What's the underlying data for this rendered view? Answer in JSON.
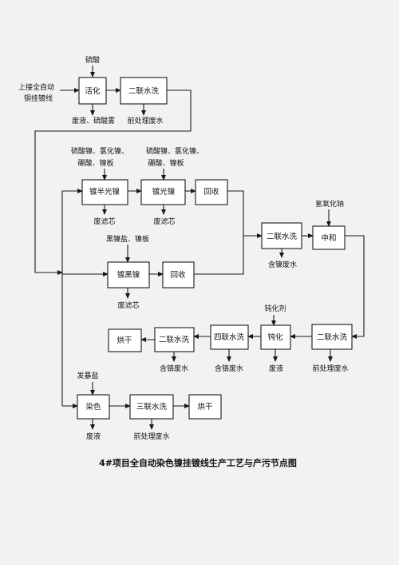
{
  "title": "4#项目全自动染色镍挂镀线生产工艺与产污节点图",
  "boxes": {
    "activation": "活化",
    "wash2_a": "二联水洗",
    "semi_bright_ni": "镀半光镍",
    "bright_ni": "镀光镍",
    "recover_a": "回收",
    "wash2_b": "二联水洗",
    "neutralize": "中和",
    "black_ni": "镀黑镍",
    "recover_b": "回收",
    "wash2_c": "二联水洗",
    "passivate": "钝化",
    "wash4": "四联水洗",
    "wash2_d": "二联水洗",
    "dry_a": "烘干",
    "dye": "染色",
    "wash3": "三联水洗",
    "dry_b": "烘干"
  },
  "labels": {
    "sulfuric_acid": "硫酸",
    "upstream_1": "上接全自动",
    "upstream_2": "铜挂镀线",
    "waste_acid_mist": "废液、硫酸雾",
    "pretreat_ww_a": "前处理废水",
    "ni_salts_1": "硫酸镍、氯化镍、",
    "ni_salts_2": "硼酸、镍板",
    "ni_salts_3": "硫酸镍、氯化镍、",
    "ni_salts_4": "硼酸、镍板",
    "waste_filter_a": "废滤芯",
    "waste_filter_b": "废滤芯",
    "naoh": "氢氧化钠",
    "ni_ww": "含镍废水",
    "black_ni_input": "黑镍盐、镍板",
    "waste_filter_c": "废滤芯",
    "passivator": "钝化剂",
    "cr_ww_a": "含铬废水",
    "cr_ww_b": "含铬废水",
    "waste_liquid_a": "废液",
    "pretreat_ww_b": "前处理废水",
    "dye_salt": "发暴盐",
    "waste_liquid_b": "废液",
    "pretreat_ww_c": "前处理废水"
  }
}
